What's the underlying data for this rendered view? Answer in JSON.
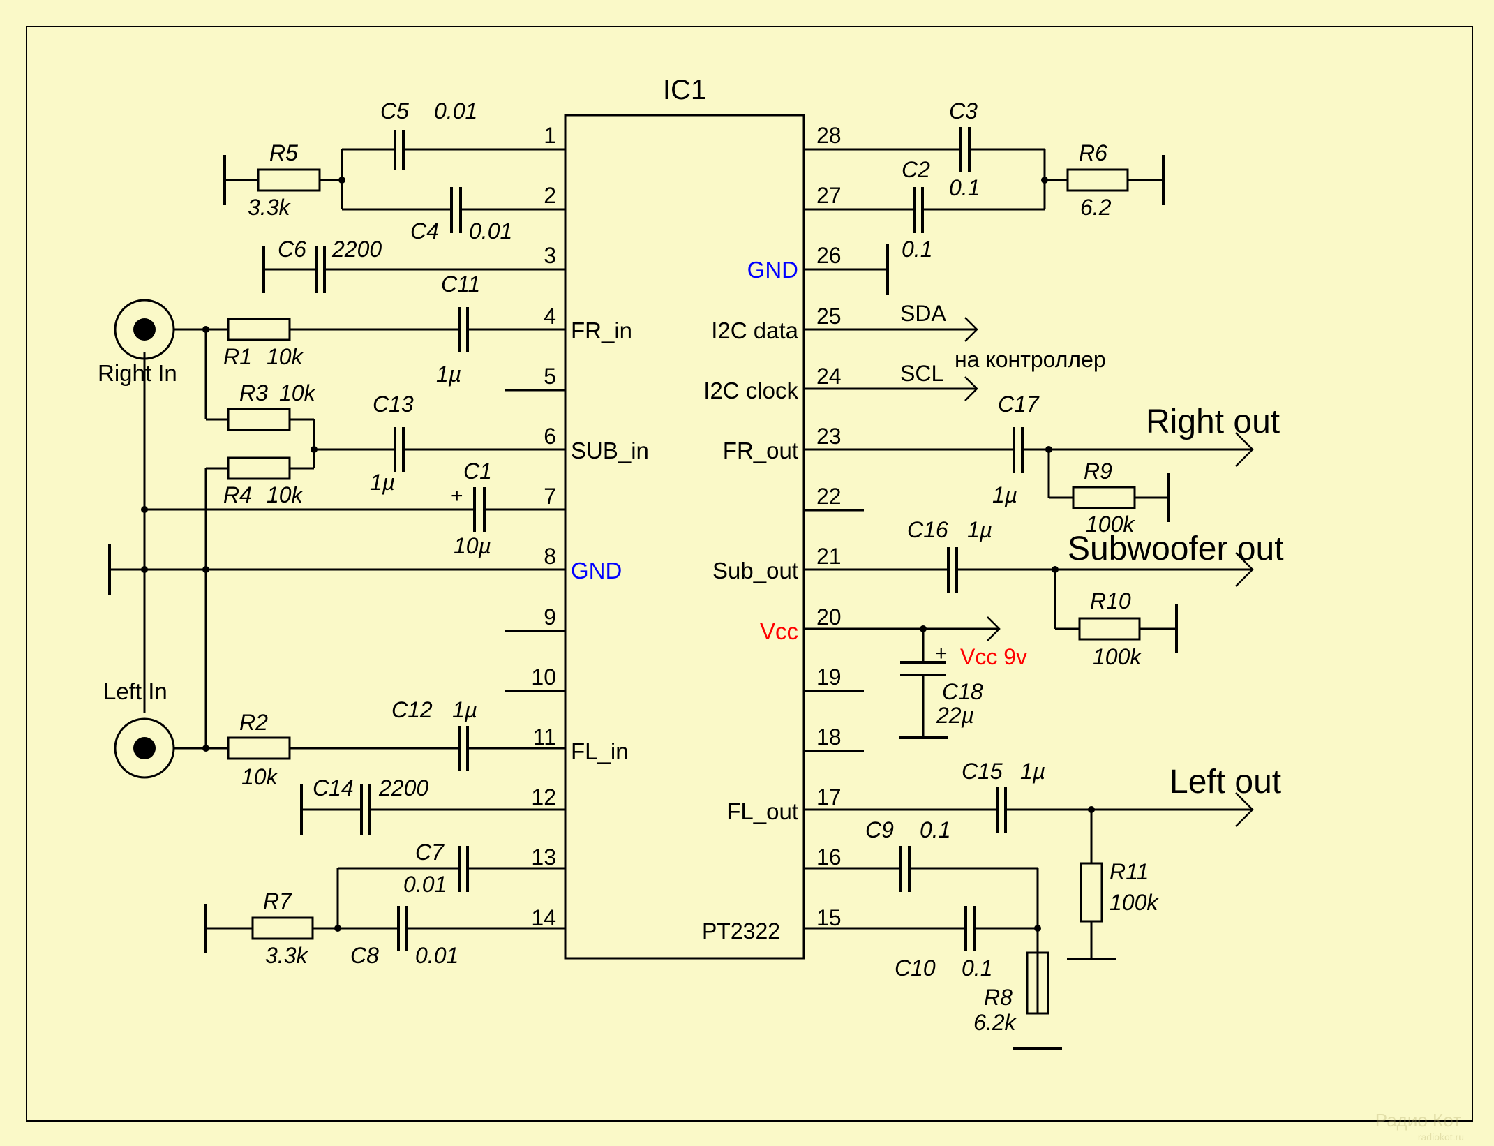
{
  "ic": {
    "title": "IC1",
    "part": "PT2322"
  },
  "pins_left": [
    {
      "num": "1"
    },
    {
      "num": "2"
    },
    {
      "num": "3"
    },
    {
      "num": "4",
      "label": "FR_in"
    },
    {
      "num": "5"
    },
    {
      "num": "6",
      "label": "SUB_in"
    },
    {
      "num": "7"
    },
    {
      "num": "8",
      "label": "GND"
    },
    {
      "num": "9"
    },
    {
      "num": "10"
    },
    {
      "num": "11",
      "label": "FL_in"
    },
    {
      "num": "12"
    },
    {
      "num": "13"
    },
    {
      "num": "14"
    }
  ],
  "pins_right": [
    {
      "num": "28"
    },
    {
      "num": "27"
    },
    {
      "num": "26",
      "label": "GND"
    },
    {
      "num": "25",
      "label": "I2C data"
    },
    {
      "num": "24",
      "label": "I2C clock"
    },
    {
      "num": "23",
      "label": "FR_out"
    },
    {
      "num": "22"
    },
    {
      "num": "21",
      "label": "Sub_out"
    },
    {
      "num": "20",
      "label": "Vcc"
    },
    {
      "num": "19"
    },
    {
      "num": "18"
    },
    {
      "num": "17",
      "label": "FL_out"
    },
    {
      "num": "16"
    },
    {
      "num": "15"
    }
  ],
  "components": {
    "C5": {
      "ref": "C5",
      "value": "0.01"
    },
    "C4": {
      "ref": "C4",
      "value": "0.01"
    },
    "R5": {
      "ref": "R5",
      "value": "3.3k"
    },
    "C6": {
      "ref": "C6",
      "value": "2200"
    },
    "C11": {
      "ref": "C11",
      "value": "1µ"
    },
    "R1": {
      "ref": "R1",
      "value": "10k"
    },
    "R3": {
      "ref": "R3",
      "value": "10k"
    },
    "R4": {
      "ref": "R4",
      "value": "10k"
    },
    "C13": {
      "ref": "C13",
      "value": "1µ"
    },
    "C1": {
      "ref": "C1",
      "value": "10µ"
    },
    "R2": {
      "ref": "R2",
      "value": "10k"
    },
    "C12": {
      "ref": "C12",
      "value": "1µ"
    },
    "C14": {
      "ref": "C14",
      "value": "2200"
    },
    "C7": {
      "ref": "C7",
      "value": "0.01"
    },
    "C8": {
      "ref": "C8",
      "value": "0.01"
    },
    "R7": {
      "ref": "R7",
      "value": "3.3k"
    },
    "C3": {
      "ref": "C3",
      "value": "0.1"
    },
    "C2": {
      "ref": "C2",
      "value": "0.1"
    },
    "R6": {
      "ref": "R6",
      "value": "6.2"
    },
    "C17": {
      "ref": "C17",
      "value": "1µ"
    },
    "R9": {
      "ref": "R9",
      "value": "100k"
    },
    "C16": {
      "ref": "C16",
      "value": "1µ"
    },
    "R10": {
      "ref": "R10",
      "value": "100k"
    },
    "C18": {
      "ref": "C18",
      "value": "22µ"
    },
    "C15": {
      "ref": "C15",
      "value": "1µ"
    },
    "R11": {
      "ref": "R11",
      "value": "100k"
    },
    "C9": {
      "ref": "C9",
      "value": "0.1"
    },
    "C10": {
      "ref": "C10",
      "value": "0.1"
    },
    "R8": {
      "ref": "R8",
      "value": "6.2k"
    }
  },
  "labels": {
    "right_in": "Right In",
    "left_in": "Left In",
    "sda": "SDA",
    "scl": "SCL",
    "controller": "на контроллер",
    "right_out": "Right out",
    "sub_out": "Subwoofer out",
    "left_out": "Left out",
    "vcc_supply": "Vcc 9v",
    "plus": "+",
    "watermark_brand": "Радио Кот",
    "watermark_url": "radiokot.ru"
  },
  "colors": {
    "background": "#FAF9C8",
    "gnd_label": "#0000FF",
    "vcc_label": "#FF0000",
    "wire": "#000000"
  }
}
